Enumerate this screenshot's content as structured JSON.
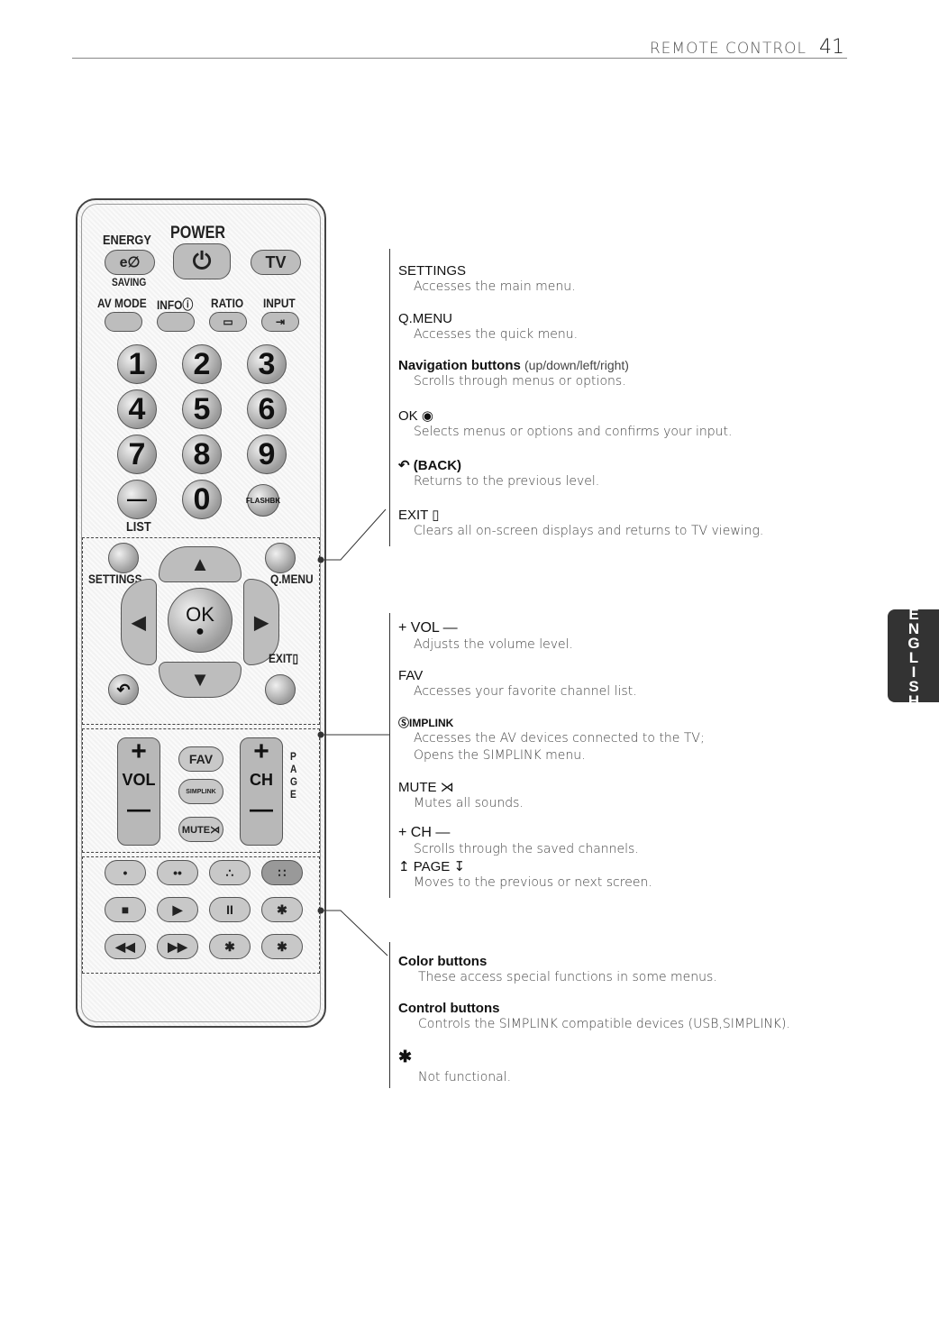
{
  "header": {
    "section": "REMOTE CONTROL",
    "page": "41"
  },
  "side_tab": "ENGLISH",
  "remote": {
    "energy": "ENERGY",
    "power": "POWER",
    "saving": "SAVING",
    "av_mode": "AV MODE",
    "info": "INFOⓘ",
    "ratio": "RATIO",
    "input": "INPUT",
    "tv": "TV",
    "eco": "e∅",
    "digits": [
      "1",
      "2",
      "3",
      "4",
      "5",
      "6",
      "7",
      "8",
      "9",
      "0"
    ],
    "minus": "—",
    "flashbk": "FLASHBK",
    "list": "LIST",
    "settings": "SETTINGS",
    "qmenu": "Q.MENU",
    "ok": "OK",
    "exit": "EXIT▯",
    "up": "▲",
    "down": "▼",
    "left": "◀",
    "right": "▶",
    "back": "↶",
    "fav": "FAV",
    "vol": "VOL",
    "ch": "CH",
    "plus": "+",
    "simplink": "SIMPLINK",
    "mute": "MUTE⋊",
    "page": "PAGE",
    "color_row": [
      "•",
      "••",
      "∴",
      "∷"
    ],
    "control_row1": [
      "■",
      "▶",
      "II",
      "✱"
    ],
    "control_row2": [
      "◀◀",
      "▶▶",
      "✱",
      "✱"
    ]
  },
  "groups": [
    {
      "entries": [
        {
          "title": "SETTINGS",
          "desc": "Accesses the main menu."
        },
        {
          "title": "Q.MENU",
          "desc": "Accesses the quick menu."
        },
        {
          "title": "Navigation buttons",
          "title_sub": "(up/down/left/right)",
          "desc": "Scrolls through menus or options."
        },
        {
          "title": "OK ◉",
          "desc": "Selects menus or options and confirms your input."
        },
        {
          "title": "↶ (BACK)",
          "desc": "Returns to the previous level."
        },
        {
          "title": "EXIT ▯",
          "desc": "Clears all on-screen displays and returns to TV viewing."
        }
      ]
    },
    {
      "entries": [
        {
          "title": "+ VOL —",
          "desc": "Adjusts the volume level."
        },
        {
          "title": "FAV",
          "desc": "Accesses your favorite channel list."
        },
        {
          "title": "ⓈIMPLINK",
          "desc": "Accesses the AV devices connected to the TV;",
          "desc2": "Opens the SIMPLINK menu."
        },
        {
          "title": "MUTE ⋊",
          "desc": "Mutes all sounds."
        },
        {
          "title": "+ CH —",
          "desc": "Scrolls through the saved channels."
        },
        {
          "title": "↥ PAGE ↧",
          "desc": "Moves to the previous or next screen."
        }
      ]
    },
    {
      "entries": [
        {
          "title": "Color buttons",
          "desc": "These access special functions in some menus."
        },
        {
          "title": "Control buttons",
          "desc": "Controls the SIMPLINK compatible devices (USB,SIMPLINK)."
        },
        {
          "title": "✱",
          "desc": "Not functional."
        }
      ]
    }
  ]
}
